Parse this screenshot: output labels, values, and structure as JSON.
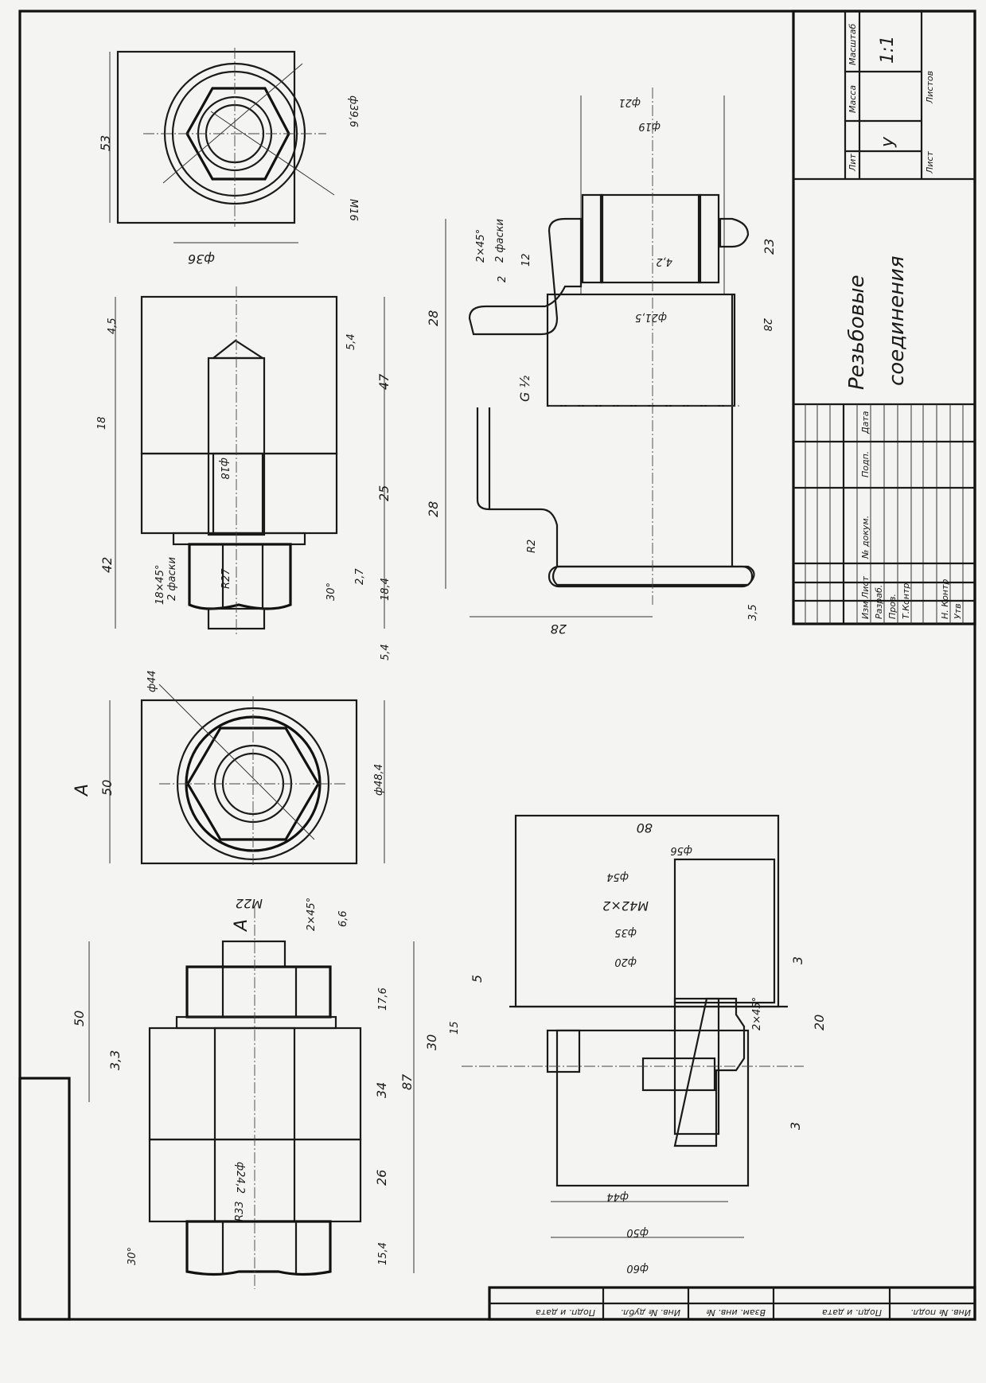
{
  "title_block": {
    "title_line1": "Резьбовые",
    "title_line2": "соединения",
    "headers": {
      "lit": "Лит",
      "massa": "Масса",
      "masshtab": "Масштаб"
    },
    "lit_value": "у",
    "scale": "1:1",
    "list": "Лист",
    "listov": "Листов",
    "rows": {
      "izm": "Изм",
      "list": "Лист",
      "n_dokum": "№ докум.",
      "podp": "Подп.",
      "data": "Дата",
      "razrab": "Разраб.",
      "prov": "Пров.",
      "t_kontr": "Т.Контр",
      "n_kontr": "Н. Контр",
      "utv": "Утв"
    }
  },
  "bottom_strip": [
    "Подп. и дата",
    "Инв. № дубл.",
    "Взам. инв. №",
    "Подп. и дата",
    "Инв. № подл."
  ],
  "view_label": "А",
  "dimensions": {
    "stud": [
      "53",
      "4,5",
      "18",
      "42",
      "18×45°",
      "2 фаски",
      "ф39,6",
      "ф36",
      "М16",
      "5,4",
      "47",
      "25",
      "2,7",
      "18,4",
      "R27",
      "ф18",
      "30°"
    ],
    "bolt": [
      "50",
      "3,3",
      "30°",
      "ф44",
      "ф48,4",
      "М22",
      "2×45°",
      "6,6",
      "17,6",
      "34",
      "87",
      "26",
      "15,4",
      "ф24,2",
      "R33"
    ],
    "fitting": [
      "28",
      "28",
      "ф21",
      "ф19",
      "2×45°",
      "2 фаски",
      "12",
      "2",
      "4,2",
      "23",
      "ф21,5",
      "28",
      "G ½",
      "R2",
      "28",
      "3,5"
    ],
    "coupling": [
      "80",
      "ф56",
      "ф54",
      "М42×2",
      "ф35",
      "ф20",
      "5",
      "15",
      "30",
      "3",
      "20",
      "2×45°",
      "3",
      "ф44",
      "ф50",
      "ф60"
    ]
  }
}
